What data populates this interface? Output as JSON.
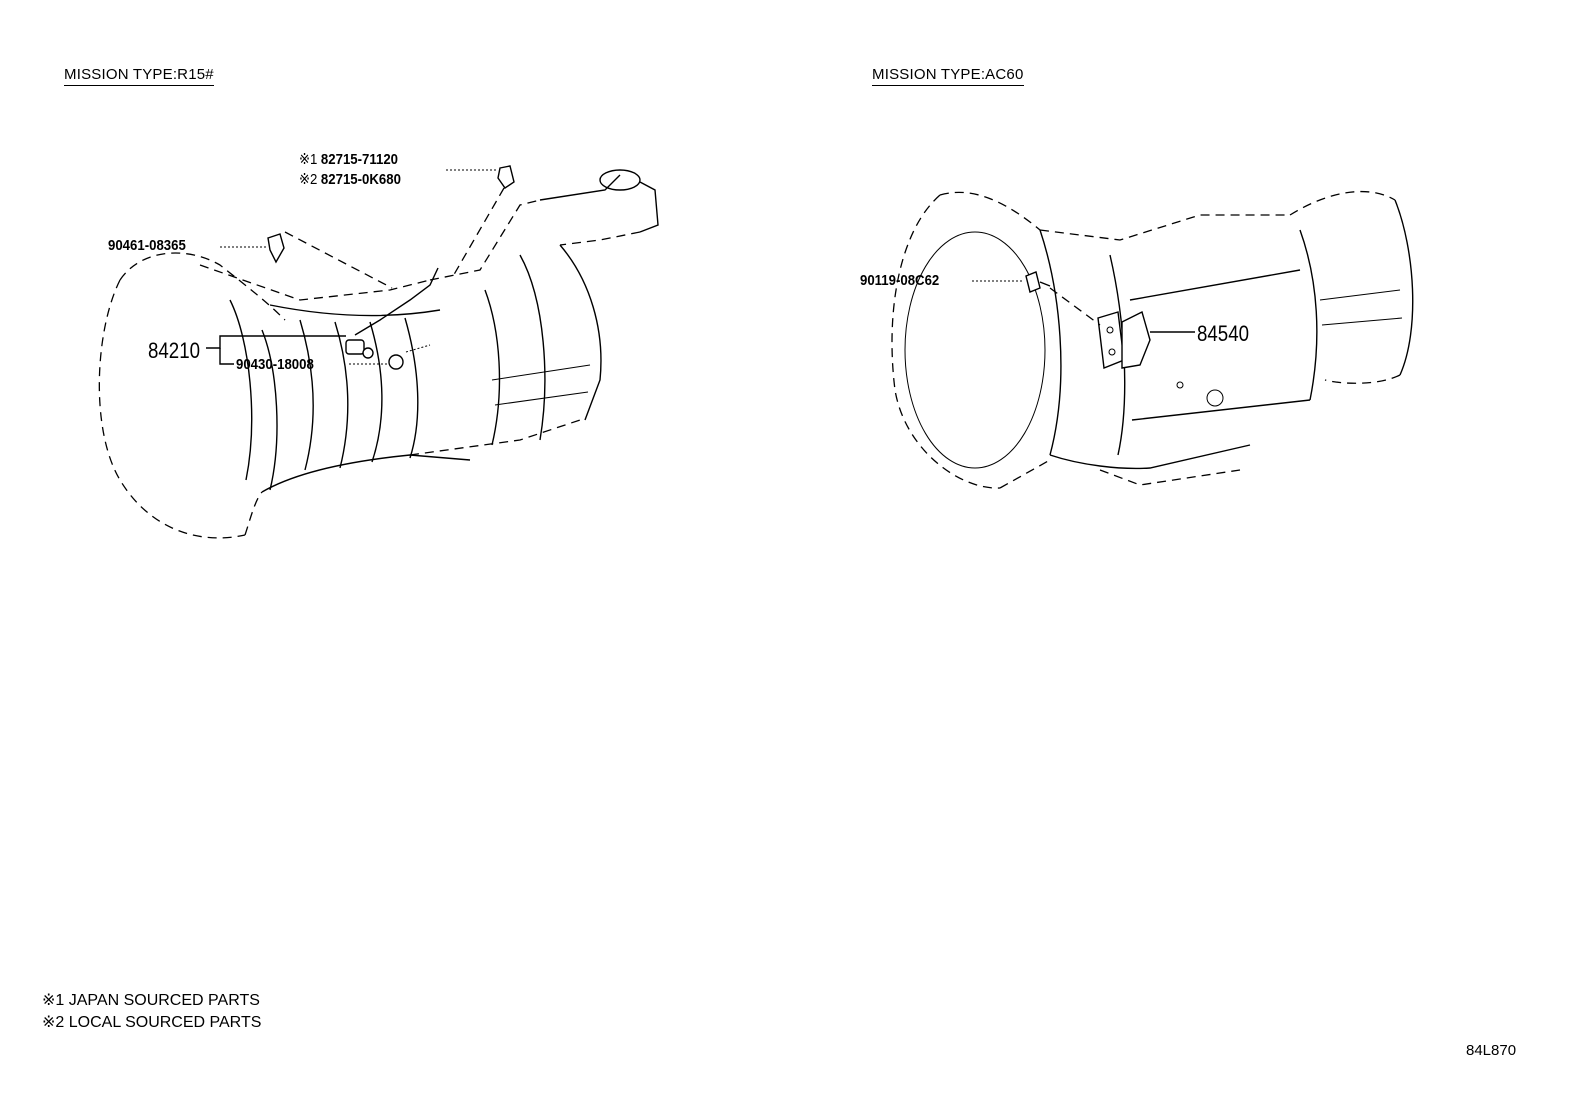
{
  "sections": {
    "left": {
      "title": "MISSION TYPE:R15#",
      "parts": {
        "p82715_71120": {
          "mark": "※1",
          "number": "82715-71120"
        },
        "p82715_0k680": {
          "mark": "※2",
          "number": "82715-0K680"
        },
        "p90461": "90461-08365",
        "p84210": "84210",
        "p90430": "90430-18008"
      }
    },
    "right": {
      "title": "MISSION TYPE:AC60",
      "parts": {
        "p90119": "90119-08C62",
        "p84540": "84540"
      }
    }
  },
  "legend": [
    "※1 JAPAN SOURCED PARTS",
    "※2 LOCAL SOURCED PARTS"
  ],
  "diagram_code": "84L870"
}
